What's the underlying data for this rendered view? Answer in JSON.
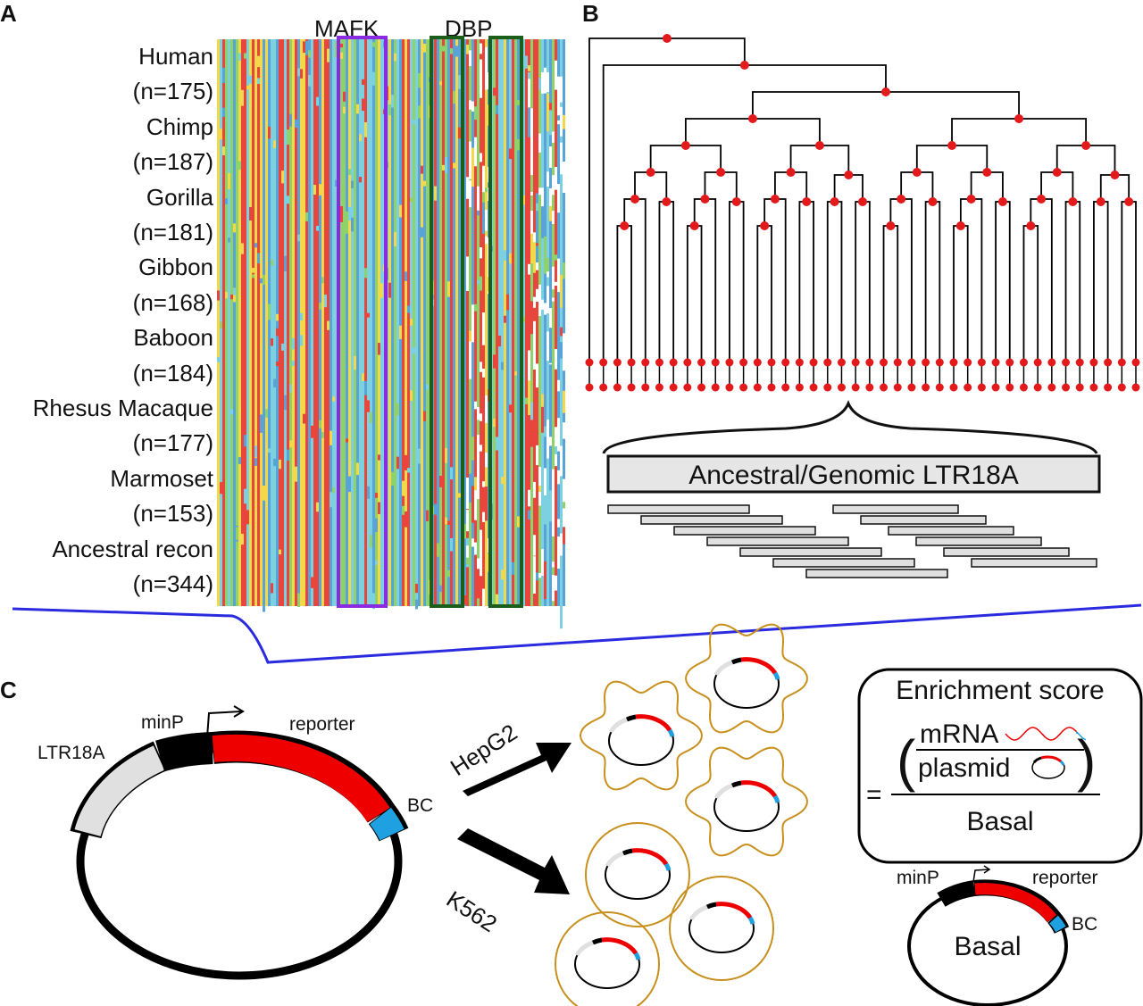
{
  "panels": {
    "a": {
      "letter": "A",
      "motifs": [
        "MAFK",
        "DBP"
      ],
      "species": [
        {
          "name": "Human",
          "count": "(n=175)"
        },
        {
          "name": "Chimp",
          "count": "(n=187)"
        },
        {
          "name": "Gorilla",
          "count": "(n=181)"
        },
        {
          "name": "Gibbon",
          "count": "(n=168)"
        },
        {
          "name": "Baboon",
          "count": "(n=184)"
        },
        {
          "name": "Rhesus Macaque",
          "count": "(n=177)"
        },
        {
          "name": "Marmoset",
          "count": "(n=153)"
        },
        {
          "name": "Ancestral recon",
          "count": "(n=344)"
        }
      ],
      "colors": {
        "alignment": [
          "#e8453c",
          "#7dd0e0",
          "#f2d84a",
          "#8fd16b",
          "#5aa3d6",
          "#ffffff"
        ],
        "mafk_box": "#8a2be2",
        "dbp_box": "#1a5e1a"
      }
    },
    "b": {
      "letter": "B",
      "box_label": "Ancestral/Genomic LTR18A",
      "colors": {
        "node": "#e31a1c"
      }
    },
    "c": {
      "letter": "C",
      "plasmid": {
        "ltr": "LTR18A",
        "promoter": "minP",
        "reporter": "reporter",
        "barcode": "BC"
      },
      "cell_lines": [
        "HepG2",
        "K562"
      ],
      "formula": {
        "title": "Enrichment score",
        "equals": "=",
        "numerator": "mRNA",
        "denominator": "plasmid",
        "bottom": "Basal",
        "open_paren": "(",
        "close_paren": ")"
      },
      "basal": {
        "promoter": "minP",
        "reporter": "reporter",
        "barcode": "BC",
        "label": "Basal"
      },
      "colors": {
        "reporter": "#ee0000",
        "barcode": "#1fa0e0",
        "ltr": "#e0e0e0",
        "cell": "#c8901e",
        "divider": "#2a2adf"
      }
    }
  }
}
